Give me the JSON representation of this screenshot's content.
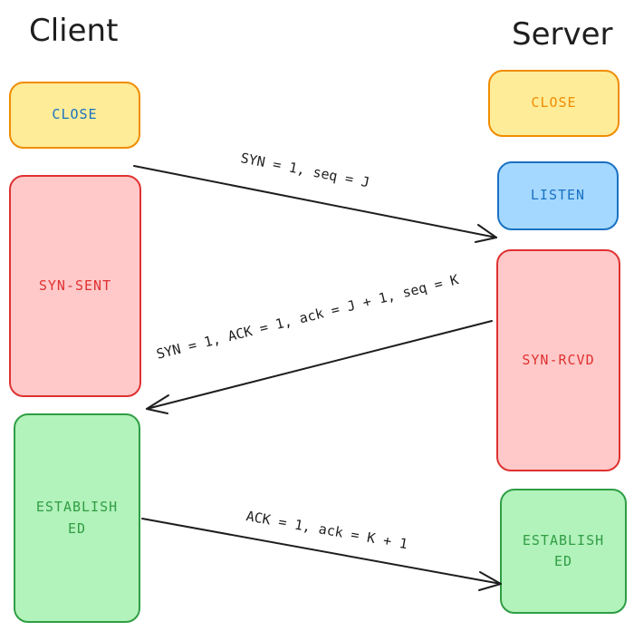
{
  "titles": {
    "client": "Client",
    "server": "Server"
  },
  "client_states": {
    "close": "CLOSE",
    "syn_sent": "SYN-SENT",
    "established": "ESTABLISH\nED"
  },
  "server_states": {
    "close": "CLOSE",
    "listen": "LISTEN",
    "syn_rcvd": "SYN-RCVD",
    "established": "ESTABLISH\nED"
  },
  "messages": {
    "syn": "SYN = 1, seq = J",
    "syn_ack": "SYN = 1, ACK = 1, ack = J + 1, seq = K",
    "ack": "ACK = 1, ack = K + 1"
  },
  "colors": {
    "yellow_fill": "#ffec99",
    "yellow_stroke": "#f08c00",
    "blue_fill": "#a5d8ff",
    "blue_stroke": "#1971c2",
    "red_fill": "#ffc9c9",
    "red_stroke": "#e03131",
    "green_fill": "#b2f2bb",
    "green_stroke": "#2f9e44",
    "arrow": "#1e1e1e"
  }
}
